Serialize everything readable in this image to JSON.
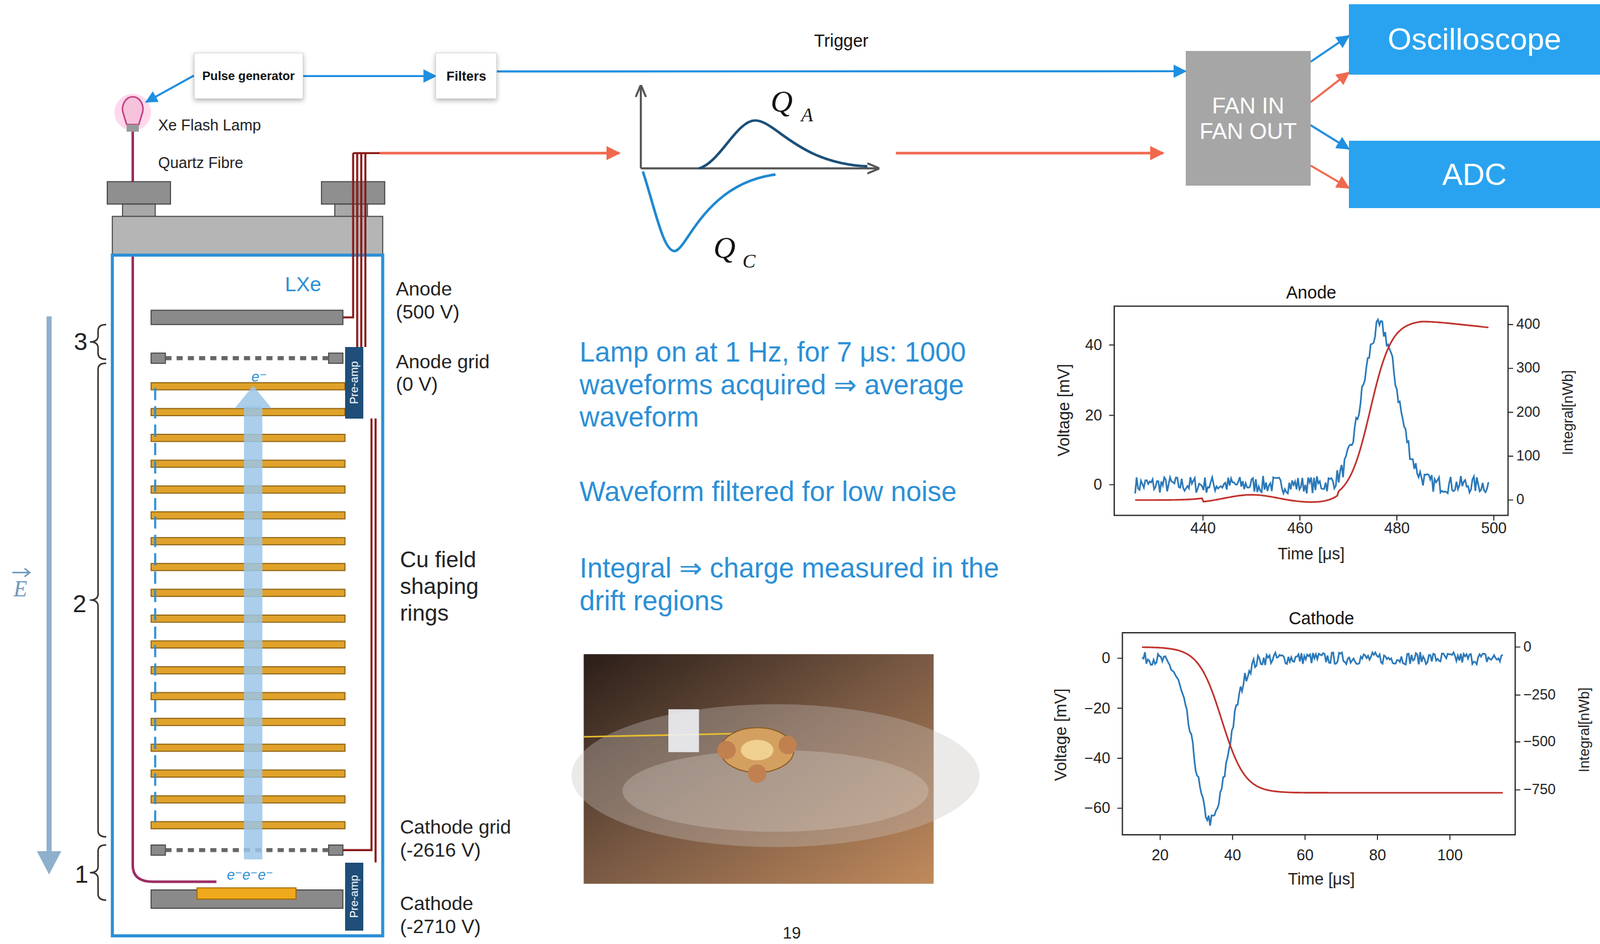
{
  "diagram": {
    "nodes": [
      {
        "text": [
          "Pulse generator"
        ]
      },
      {
        "text": [
          "Filters"
        ]
      },
      {
        "text": [
          "FAN IN FAN OUT"
        ]
      },
      {
        "text": [
          "Oscilloscope"
        ]
      },
      {
        "text": [
          "ADC"
        ]
      },
      {
        "text": [
          "Pre-amp"
        ]
      },
      {
        "text": [
          "Pre-amp"
        ]
      }
    ],
    "edges": [
      {
        "from": 0,
        "to": 1,
        "arrow": "to"
      },
      {
        "from": 1,
        "to": 2,
        "label": "Trigger",
        "arrow": "to"
      },
      {
        "from": 2,
        "to": 3,
        "arrow": "to"
      },
      {
        "from": 2,
        "to": 3,
        "arrow": "to"
      },
      {
        "from": 2,
        "to": 4,
        "arrow": "to"
      },
      {
        "from": 2,
        "to": 4,
        "arrow": "to"
      }
    ],
    "labels": [
      "Xe Flash Lamp",
      "Quartz Fibre",
      "Q",
      "A",
      "Q",
      "C",
      "LXe",
      "Anode (500 V)",
      "Anode grid (0 V)",
      "Cu field shaping rings",
      "Cathode grid (-2616 V)",
      "Cathode (-2710 V)",
      "3",
      "2",
      "1",
      "E",
      "e⁻",
      "e⁻e⁻e⁻",
      "Lamp on at 1 Hz, for 7 μs: 1000 waveforms acquired ⇒ average waveform",
      "Waveform filtered for low noise",
      "Integral ⇒ charge measured in the drift regions",
      "19",
      "Anode",
      "440",
      "460",
      "480",
      "500",
      "0",
      "20",
      "40",
      "0",
      "100",
      "200",
      "300",
      "400",
      "Voltage [mV]",
      "Time [μs]",
      "Integral[nWb]",
      "Cathode",
      "20",
      "40",
      "60",
      "80",
      "100",
      "0",
      "−20",
      "−40",
      "−60",
      "0",
      "−250",
      "−500",
      "−750",
      "Voltage [mV]",
      "Time [μs]",
      "Integral[nWb]"
    ]
  }
}
